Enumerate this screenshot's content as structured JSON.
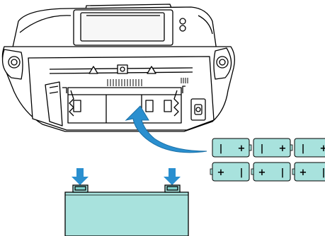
{
  "colors": {
    "battery_fill": "#a8e2dd",
    "cover_fill": "#a8e2dd",
    "arrow_blue": "#2a8fcf",
    "outline": "#000000",
    "background": "#ffffff"
  },
  "batteries": {
    "count": 6,
    "rows": [
      {
        "orientation": "negative-left",
        "cells": [
          {
            "left": "|",
            "right": "+"
          },
          {
            "left": "|",
            "right": "+"
          },
          {
            "left": "|",
            "right": "+"
          }
        ]
      },
      {
        "orientation": "positive-left",
        "cells": [
          {
            "left": "+",
            "right": "|"
          },
          {
            "left": "+",
            "right": "|"
          },
          {
            "left": "+",
            "right": "|"
          }
        ]
      }
    ]
  },
  "icons": [
    "boombox-rear-illustration",
    "insert-arrow-icon",
    "push-down-arrow-icon",
    "battery-cover",
    "battery-icon"
  ]
}
